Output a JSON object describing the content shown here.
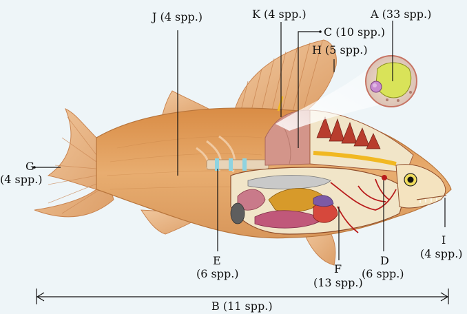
{
  "labels": {
    "A": "A (33 spp.)",
    "B": "B (11 spp.)",
    "C": "C (10 spp.)",
    "D_letter": "D",
    "D_count": "(6 spp.)",
    "E_letter": "E",
    "E_count": "(6 spp.)",
    "F_letter": "F",
    "F_count": "(13 spp.)",
    "G_letter": "G",
    "G_count": "(4 spp.)",
    "H": "H (5 spp.)",
    "I_letter": "I",
    "I_count": "(4 spp.)",
    "J": "J (4 spp.)",
    "K": "K (4 spp.)"
  },
  "colors": {
    "background": "#eef5f8",
    "fish_body": "#e3a261",
    "fins": "#e9b889",
    "muscle": "#c98a7a",
    "gills": "#a6352a",
    "cavity": "#f1e5c8",
    "liver": "#d79a2a",
    "blood_vessels": "#b91c1c"
  }
}
